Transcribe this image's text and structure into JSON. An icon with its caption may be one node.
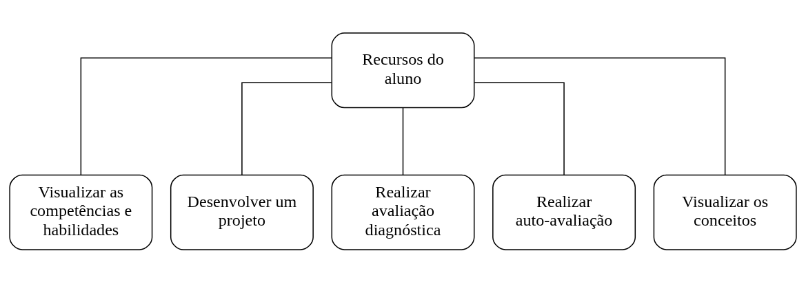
{
  "diagram": {
    "nodes": [
      {
        "text": [
          "Recursos do aluno"
        ]
      },
      {
        "text": [
          "Visualizar as competências e habilidades"
        ]
      },
      {
        "text": [
          "Desenvolver um projeto"
        ]
      },
      {
        "text": [
          "Realizar avaliação diagnóstica"
        ]
      },
      {
        "text": [
          "Realizar auto-avaliação"
        ]
      },
      {
        "text": [
          "Visualizar os conceitos"
        ]
      }
    ],
    "edges": [
      {
        "from": 0,
        "to": 1,
        "arrow": "none"
      },
      {
        "from": 0,
        "to": 2,
        "arrow": "none"
      },
      {
        "from": 0,
        "to": 3,
        "arrow": "none"
      },
      {
        "from": 0,
        "to": 4,
        "arrow": "none"
      },
      {
        "from": 0,
        "to": 5,
        "arrow": "none"
      }
    ]
  }
}
